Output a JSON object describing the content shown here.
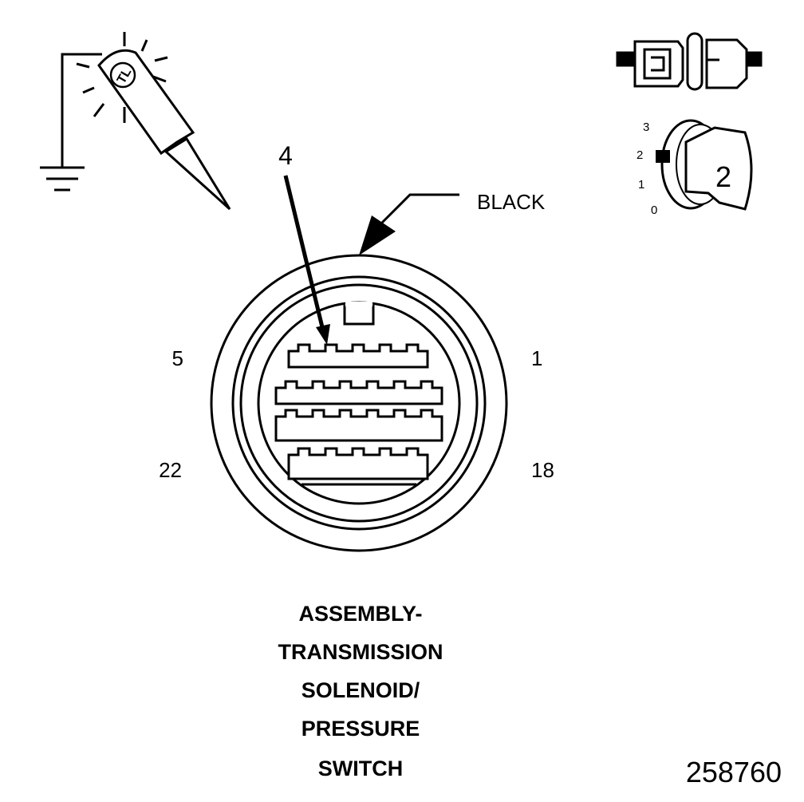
{
  "labels": {
    "color_label": "BLACK",
    "pin_callout": "4",
    "pin_top_left": "5",
    "pin_top_right": "1",
    "pin_bottom_left": "22",
    "pin_bottom_right": "18",
    "figure_number": "258760"
  },
  "title_lines": [
    "ASSEMBLY-",
    "TRANSMISSION",
    "SOLENOID/",
    "PRESSURE",
    "SWITCH"
  ],
  "ignition": {
    "positions": [
      "3",
      "2",
      "1",
      "0"
    ],
    "key_number": "2"
  },
  "test_light": {
    "logo": "TL"
  },
  "icons": [
    "ground-icon",
    "test-light-icon",
    "connector-disconnected-icon",
    "ignition-key-icon"
  ]
}
